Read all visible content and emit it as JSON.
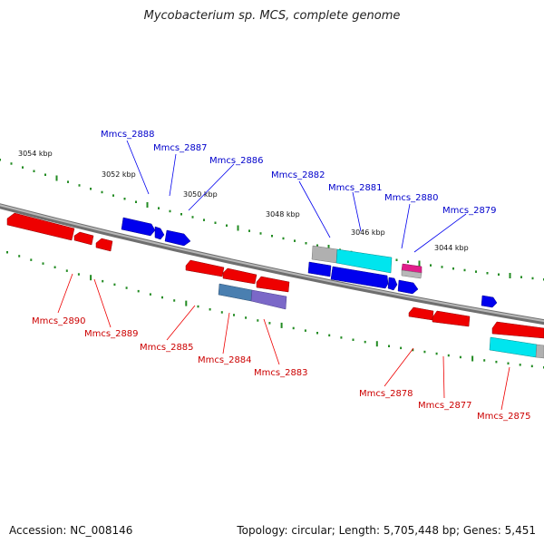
{
  "title": "Mycobacterium sp. MCS, complete genome",
  "footer": {
    "accession": "Accession: NC_008146",
    "topology": "Topology: circular; Length: 5,705,448 bp; Genes: 5,451"
  },
  "scale_labels": [
    "3054 kbp",
    "3052 kbp",
    "3050 kbp",
    "3048 kbp",
    "3046 kbp",
    "3044 kbp"
  ],
  "forward_genes": [
    "Mmcs_2888",
    "Mmcs_2887",
    "Mmcs_2886",
    "Mmcs_2882",
    "Mmcs_2881",
    "Mmcs_2880",
    "Mmcs_2879"
  ],
  "reverse_genes": [
    "Mmcs_2890",
    "Mmcs_2889",
    "Mmcs_2885",
    "Mmcs_2884",
    "Mmcs_2883",
    "Mmcs_2878",
    "Mmcs_2877",
    "Mmcs_2875"
  ],
  "colors": {
    "forward_strand": "#0000ee",
    "reverse_strand": "#ee0000",
    "backbone": "#808080",
    "ticks": "#228b22",
    "cyan_feature": "#00e5ee",
    "grey_feature": "#b0b0b0",
    "pink_feature": "#e0208a",
    "steel_feature": "#4a7fb0",
    "purple_feature": "#7b68c8"
  }
}
